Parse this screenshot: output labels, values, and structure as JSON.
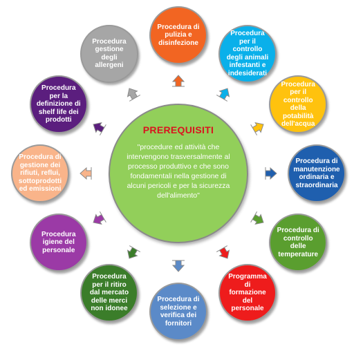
{
  "center": {
    "title": "PREREQUISITI",
    "text": "\"procedure ed attività che intervengono trasversalmente al processo produttivo e che sono fondamentali nella gestione di alcuni pericoli  e per la sicurezza dell'alimento\""
  },
  "nodes": [
    {
      "label": "Procedura di pulizia e disinfezione",
      "color": "#f26522"
    },
    {
      "label": "Procedura per il controllo degli animali infestanti e indesiderati",
      "color": "#0ab0ea"
    },
    {
      "label": "Procedura per il controllo della potabilità dell'acqua",
      "color": "#ffc20e"
    },
    {
      "label": "Procedura di manutenzione ordinaria e straordinaria",
      "color": "#1f5fae"
    },
    {
      "label": "Procedura di controllo delle temperature",
      "color": "#5a9e2f"
    },
    {
      "label": "Programma di formazione del personale",
      "color": "#ee1c1c"
    },
    {
      "label": "Procedura di selezione e verifica dei fornitori",
      "color": "#5b8ac8"
    },
    {
      "label": "Procedura per il ritiro dal mercato delle merci non idonee",
      "color": "#3b7d2a"
    },
    {
      "label": "Procedura igiene del personale",
      "color": "#9b3aa6"
    },
    {
      "label": "Procedura di gestione dei rifiuti, reflui, sottoprodotti ed emissioni",
      "color": "#f9b48a"
    },
    {
      "label": "Procedura per la definizione di shelf life dei prodotti",
      "color": "#5b1e7e"
    },
    {
      "label": "Procedura gestione degli allergeni",
      "color": "#a6a6a6"
    }
  ]
}
